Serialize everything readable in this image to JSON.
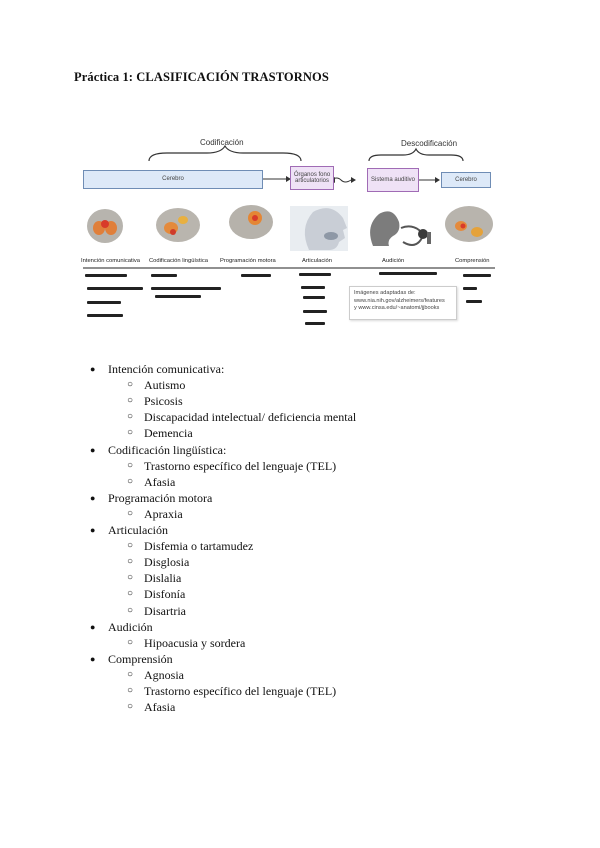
{
  "title": "Práctica 1: CLASIFICACIÓN TRASTORNOS",
  "figure": {
    "codificacion": "Codificación",
    "descodificacion": "Descodificación",
    "box_cerebro_left": "Cerebro",
    "box_organos": "Órganos fono articulatorios",
    "box_sistema": "Sistema auditivo",
    "box_cerebro_right": "Cerebro",
    "stages": [
      "Intención comunicativa",
      "Codificación lingüística",
      "Programación motora",
      "Articulación",
      "Audición",
      "Comprensión"
    ],
    "note_lines": [
      "Imágenes adaptadas de:",
      "www.nia.nih.gov/alzheimers/features",
      "y www.cinsa.edu/~anatomi/jjbooks"
    ]
  },
  "sections": [
    {
      "heading": "Intención comunicativa:",
      "items": [
        "Autismo",
        "Psicosis",
        "Discapacidad intelectual/ deficiencia mental",
        "Demencia"
      ]
    },
    {
      "heading": "Codificación lingüística:",
      "items": [
        "Trastorno específico del lenguaje (TEL)",
        "Afasia"
      ]
    },
    {
      "heading": "Programación motora",
      "items": [
        "Apraxia"
      ]
    },
    {
      "heading": "Articulación",
      "items": [
        "Disfemia o tartamudez",
        "Disglosia",
        "Dislalia",
        "Disfonía",
        "Disartria"
      ]
    },
    {
      "heading": "Audición",
      "items": [
        "Hipoacusia y sordera"
      ]
    },
    {
      "heading": "Comprensión",
      "items": [
        "Agnosia",
        "Trastorno específico del lenguaje (TEL)",
        "Afasia"
      ]
    }
  ]
}
